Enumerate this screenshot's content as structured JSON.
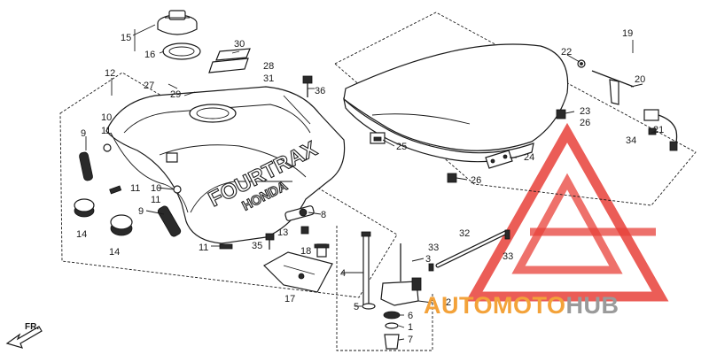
{
  "watermark": {
    "part1": "AUTOMOTO",
    "part2": "HUB",
    "color_primary": "#e8413a",
    "color_secondary": "#9a9a9a"
  },
  "tank_text": {
    "line1": "FOURTRAX",
    "line2": "HONDA"
  },
  "direction": {
    "label": "FR."
  },
  "callouts": [
    {
      "id": "c15",
      "text": "15"
    },
    {
      "id": "c16",
      "text": "16"
    },
    {
      "id": "c30",
      "text": "30"
    },
    {
      "id": "c28",
      "text": "28"
    },
    {
      "id": "c31",
      "text": "31"
    },
    {
      "id": "c12",
      "text": "12"
    },
    {
      "id": "c27",
      "text": "27"
    },
    {
      "id": "c29",
      "text": "29"
    },
    {
      "id": "c36",
      "text": "36"
    },
    {
      "id": "c10a",
      "text": "10"
    },
    {
      "id": "c11a",
      "text": "11"
    },
    {
      "id": "c9a",
      "text": "9"
    },
    {
      "id": "c11b",
      "text": "11"
    },
    {
      "id": "c10b",
      "text": "10"
    },
    {
      "id": "c11c",
      "text": "11"
    },
    {
      "id": "c9b",
      "text": "9"
    },
    {
      "id": "c14a",
      "text": "14"
    },
    {
      "id": "c14b",
      "text": "14"
    },
    {
      "id": "c11d",
      "text": "11"
    },
    {
      "id": "c35",
      "text": "35"
    },
    {
      "id": "c13",
      "text": "13"
    },
    {
      "id": "c8",
      "text": "8"
    },
    {
      "id": "c18",
      "text": "18"
    },
    {
      "id": "c17",
      "text": "17"
    },
    {
      "id": "c4",
      "text": "4"
    },
    {
      "id": "c5",
      "text": "5"
    },
    {
      "id": "c3",
      "text": "3"
    },
    {
      "id": "c2",
      "text": "2"
    },
    {
      "id": "c6",
      "text": "6"
    },
    {
      "id": "c1",
      "text": "1"
    },
    {
      "id": "c7",
      "text": "7"
    },
    {
      "id": "c33a",
      "text": "33"
    },
    {
      "id": "c32",
      "text": "32"
    },
    {
      "id": "c33b",
      "text": "33"
    },
    {
      "id": "c19",
      "text": "19"
    },
    {
      "id": "c22",
      "text": "22"
    },
    {
      "id": "c20",
      "text": "20"
    },
    {
      "id": "c23",
      "text": "23"
    },
    {
      "id": "c26a",
      "text": "26"
    },
    {
      "id": "c21",
      "text": "21"
    },
    {
      "id": "c34",
      "text": "34"
    },
    {
      "id": "c25",
      "text": "25"
    },
    {
      "id": "c24",
      "text": "24"
    },
    {
      "id": "c26b",
      "text": "26"
    }
  ]
}
